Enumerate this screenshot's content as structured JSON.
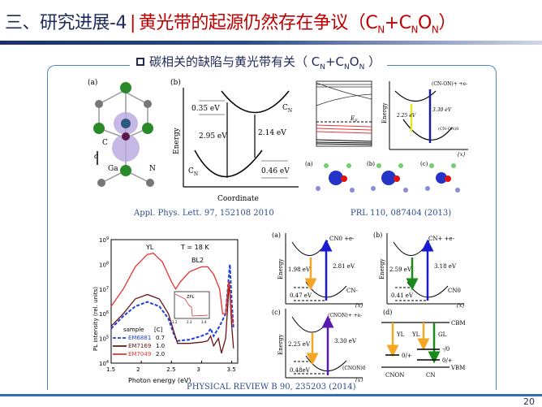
{
  "title": {
    "prefix": "三、研究进展-4",
    "separator": "|",
    "main": "黄光带的起源仍然存在争议（C",
    "sub1": "N",
    "plus": "+C",
    "sub2": "N",
    "o": "O",
    "sub3": "N",
    "close": "）"
  },
  "heading": {
    "text": "碳相关的缺陷与黄光带有关（ C",
    "s1": "N",
    "plus": "+C",
    "s2": "N",
    "o": "O",
    "s3": "N",
    "close": " ）"
  },
  "fig1": {
    "a_label": "(a)",
    "b_label": "(b)",
    "cn": "C",
    "cn_sub": "N",
    "c_axis": "c",
    "ga": "Ga",
    "n": "N",
    "e1": "0.35 eV",
    "e2": "2.95 eV",
    "e3": "2.14 eV",
    "e4": "0.46 eV",
    "cn0": "C",
    "cn0_sub": "N",
    "cn0_sup": "0",
    "cnm": "C",
    "cnm_sub": "N",
    "cnm_sup": "-",
    "ylabel": "Energy",
    "xlabel": "Coordinate",
    "caption": "Appl. Phys. Lett. 97, 152108 2010"
  },
  "fig2": {
    "ef": "E",
    "ef_sub": "F",
    "ylabel": "Energy",
    "top": "(CN-ON)+ +e-",
    "bottom": "(CN-ON)0",
    "e1": "2.25 eV",
    "e2": "3.30 eV",
    "x": "{x}",
    "mol_a": "(a)",
    "mol_b": "(b)",
    "mol_c": "(c)",
    "caption": "PRL 110, 087404 (2013)"
  },
  "chart_data": {
    "type": "line",
    "title": "T = 18 K",
    "xlabel": "Photon energy (eV)",
    "ylabel": "PL intensity (rel. units)",
    "xlim": [
      1.5,
      3.6
    ],
    "ylim_log10": [
      4,
      9
    ],
    "yscale": "log",
    "xticks": [
      "1.5",
      "2",
      "2.5",
      "3",
      "3.5"
    ],
    "yticks": [
      "10",
      "10",
      "10",
      "10",
      "10",
      "10"
    ],
    "ytick_exps": [
      "9",
      "8",
      "7",
      "6",
      "5",
      "4"
    ],
    "annotations": [
      "YL",
      "BL2",
      "ZPL"
    ],
    "inset_xticks": [
      "3.2",
      "3.3",
      "3.4"
    ],
    "legend": {
      "header_sample": "sample",
      "header_c": "[C]",
      "placement": "bottom-left"
    },
    "series": [
      {
        "name": "EM6881",
        "c": "0.7",
        "color": "#1f3fd8",
        "x": [
          1.5,
          1.7,
          1.9,
          2.1,
          2.3,
          2.45,
          2.55,
          2.6,
          2.8,
          3.0,
          3.1,
          3.15,
          3.2,
          3.3,
          3.4,
          3.47,
          3.5,
          3.53
        ],
        "log10y": [
          5.4,
          5.9,
          6.3,
          6.48,
          6.3,
          5.8,
          5.1,
          4.9,
          4.95,
          5.1,
          5.2,
          5.4,
          5.1,
          5.5,
          6.0,
          8.0,
          6.5,
          5.4
        ]
      },
      {
        "name": "EM7169",
        "c": "1.0",
        "color": "#6b1414",
        "x": [
          1.5,
          1.7,
          1.9,
          2.1,
          2.3,
          2.45,
          2.55,
          2.6,
          2.8,
          3.0,
          3.1,
          3.15,
          3.2,
          3.28,
          3.33,
          3.4,
          3.46,
          3.5,
          3.53
        ],
        "log10y": [
          5.5,
          6.0,
          6.6,
          6.78,
          6.6,
          6.0,
          5.2,
          4.8,
          4.8,
          4.85,
          4.9,
          5.1,
          4.7,
          5.0,
          4.4,
          5.0,
          7.3,
          5.5,
          4.6
        ]
      },
      {
        "name": "EM7049",
        "c": "2.0",
        "color": "#e8322e",
        "x": [
          1.5,
          1.7,
          1.9,
          2.1,
          2.2,
          2.35,
          2.5,
          2.57,
          2.65,
          2.8,
          3.0,
          3.1,
          3.2,
          3.3,
          3.35,
          3.4,
          3.45,
          3.47,
          3.5,
          3.52
        ],
        "log10y": [
          6.3,
          7.0,
          7.9,
          8.4,
          8.45,
          8.1,
          7.3,
          7.0,
          7.3,
          7.7,
          7.9,
          7.9,
          7.6,
          7.0,
          6.0,
          6.0,
          7.3,
          7.0,
          6.0,
          5.6
        ]
      }
    ]
  },
  "fig4": {
    "a": "(a)",
    "b": "(b)",
    "c": "(c)",
    "d": "(d)",
    "energy": "Energy",
    "x": "{x}",
    "a_top": "C",
    "a_e1": "1.98 eV",
    "a_e2": "2.81 eV",
    "a_e3": "0.47 eV",
    "b_e1": "2.59 eV",
    "b_e2": "3.18 eV",
    "b_e3": "0.41 eV",
    "c_top": "(CNON)+ +e-",
    "c_bot": "(CNON)0",
    "c_e1": "2.25 eV",
    "c_e2": "3.30 eV",
    "c_e3": "0.48eV",
    "cbm": "CBM",
    "vbm": "VBM",
    "yl1": "YL",
    "yl2": "YL",
    "gl": "GL",
    "lvl1": "0/+",
    "lvl2": "-/0",
    "lvl3": "0/+",
    "d_x1": "CNON",
    "d_x2": "CN",
    "a_top_full": "CN0 +e-",
    "a_bot": "CN-",
    "b_top": "CN+ +e-",
    "b_bot": "CN0",
    "caption": "PHYSICAL REVIEW B 90, 235203 (2014)"
  },
  "page_number": "20"
}
